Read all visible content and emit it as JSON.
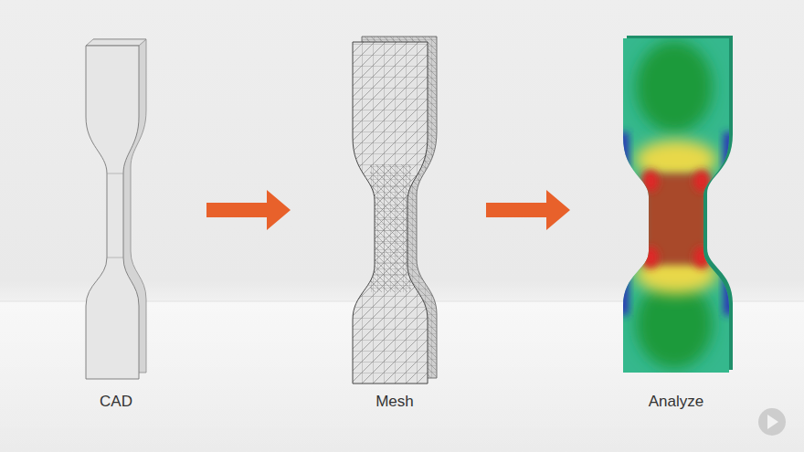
{
  "diagram": {
    "nodes": [
      {
        "text": [
          "CAD"
        ]
      },
      {
        "text": [
          "Mesh"
        ]
      },
      {
        "text": [
          "Analyze"
        ]
      }
    ],
    "edges": [
      {
        "from": 0,
        "to": 1,
        "arrow": "to"
      },
      {
        "from": 1,
        "to": 2,
        "arrow": "to"
      }
    ]
  }
}
